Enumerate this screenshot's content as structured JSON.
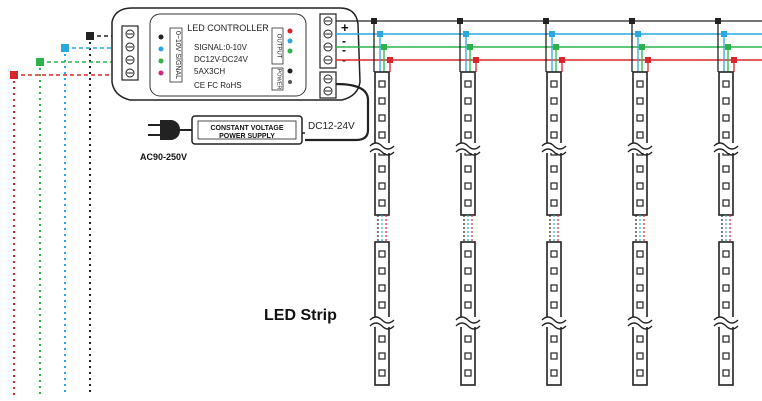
{
  "controller": {
    "title": "LED CONTROLLER",
    "spec_signal": "SIGNAL:0-10V",
    "spec_voltage": "DC12V-DC24V",
    "spec_current": "5AX3CH",
    "certs": "CE FC RoHS",
    "input_label": "0~10V SIGNAL",
    "output_label": "OUTPUT",
    "power_label": "POWER",
    "channel_colors": [
      "#222222",
      "#29a9e0",
      "#2db34a",
      "#d9262c"
    ]
  },
  "power_supply": {
    "line1": "CONSTANT VOLTAGE",
    "line2": "POWER SUPPLY",
    "output_voltage": "DC12-24V",
    "input_voltage": "AC90-250V"
  },
  "bus": {
    "plus_sign": "+",
    "minus_sign": "-",
    "wire_colors": [
      "#222222",
      "#29a9e0",
      "#2db34a",
      "#d9262c"
    ]
  },
  "led_strip": {
    "label": "LED Strip",
    "count": 5
  },
  "signal_wires": {
    "colors": [
      "#d9262c",
      "#2db34a",
      "#29a9e0",
      "#222222"
    ]
  }
}
